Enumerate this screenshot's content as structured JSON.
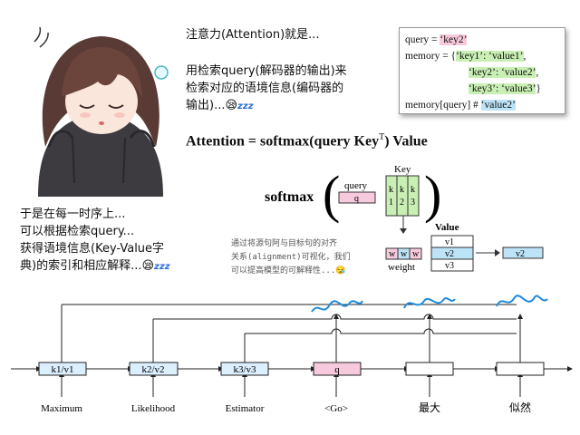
{
  "text": {
    "intro_title": "注意力(Attention)就是...",
    "intro_line1": "用检索query(解码器的输出)来",
    "intro_line2": "检索对应的语境信息(编码器的",
    "intro_line3": "输出)...",
    "intro_emoji": "😪",
    "zzz": "zzz",
    "left_line1": "于是在每一时序上...",
    "left_line2": "可以根据检索query...",
    "left_line3": "获得语境信息(Key-Value字",
    "left_line4": "典)的索引和相应解释...",
    "left_emoji": "😪",
    "note_line1": "通过将源句阿与目标句的对齐",
    "note_line2": "关系(alignment)可视化，我们",
    "note_line3": "可以提高模型的可解释性...",
    "note_emoji": "😪"
  },
  "code": {
    "l1_a": "query = ",
    "l1_b": "‘key2’",
    "l2_a": "memory = {",
    "l2_b": "‘key1’: ‘value1’",
    "l2_c": ",",
    "l3_b": "‘key2’: ‘value2’",
    "l3_c": ",",
    "l4_b": "‘key3’: ‘value3’",
    "l4_c": "}",
    "l5_a": "memory[query] # ",
    "l5_b": "‘value2’"
  },
  "formula": {
    "left": "Attention = softmax(query Key",
    "sup": "T",
    "right": ") Value"
  },
  "diagram": {
    "softmax": "softmax",
    "query_label": "query",
    "q": "q",
    "key_label": "Key",
    "k_cells": [
      [
        "k",
        "1"
      ],
      [
        "k",
        "2"
      ],
      [
        "k",
        "3"
      ]
    ],
    "w_cells": [
      "w",
      "w",
      "w"
    ],
    "weight_label": "weight",
    "value_label": "Value",
    "v_cells": [
      "v1",
      "v2",
      "v3"
    ],
    "out": "v2"
  },
  "seq": {
    "enc": [
      "k1/v1",
      "k2/v2",
      "k3/v3"
    ],
    "inputs": [
      "Maximum",
      "Likelihood",
      "Estimator",
      "<Go>",
      "最大",
      "似然"
    ],
    "dec_q": "q"
  },
  "colors": {
    "pink": "#f7c9dc",
    "green": "#c9efb4",
    "blue": "#bde3f7",
    "enc_box": "#dcefff",
    "wave": "#1f8bd8"
  }
}
